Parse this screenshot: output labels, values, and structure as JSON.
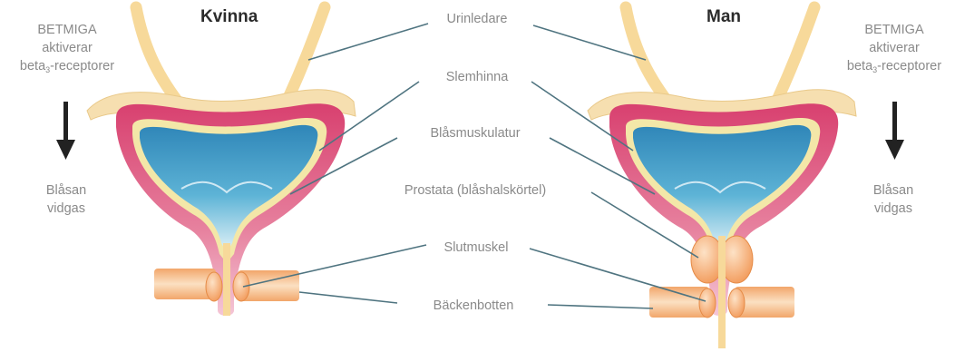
{
  "female": {
    "title": "Kvinna",
    "side_note": {
      "line1": "BETMIGA",
      "line2": "aktiverar",
      "line3_pre": "beta",
      "line3_sub": "3",
      "line3_post": "-receptorer"
    },
    "result": {
      "line1": "Blåsan",
      "line2": "vidgas"
    }
  },
  "male": {
    "title": "Man",
    "side_note": {
      "line1": "BETMIGA",
      "line2": "aktiverar",
      "line3_pre": "beta",
      "line3_sub": "3",
      "line3_post": "-receptorer"
    },
    "result": {
      "line1": "Blåsan",
      "line2": "vidgas"
    }
  },
  "labels": {
    "ureter": "Urinledare",
    "mucosa": "Slemhinna",
    "detrusor": "Blåsmuskulatur",
    "prostate": "Prostata (blåshalskörtel)",
    "sphincter": "Slutmuskel",
    "pelvic_floor": "Bäckenbotten"
  },
  "colors": {
    "ureter": "#f7d99a",
    "serosa": "#f6dfb0",
    "muscle": "#d94a7a",
    "muscle_light": "#f2b8cc",
    "mucosa": "#f3e7a8",
    "lumen": "#3f9ec4",
    "lumen_light": "#cfe8f3",
    "prostate": "#f5a96a",
    "pelvic_floor": "#f4b57c",
    "leader": "#4f7480",
    "arrow": "#222222"
  }
}
